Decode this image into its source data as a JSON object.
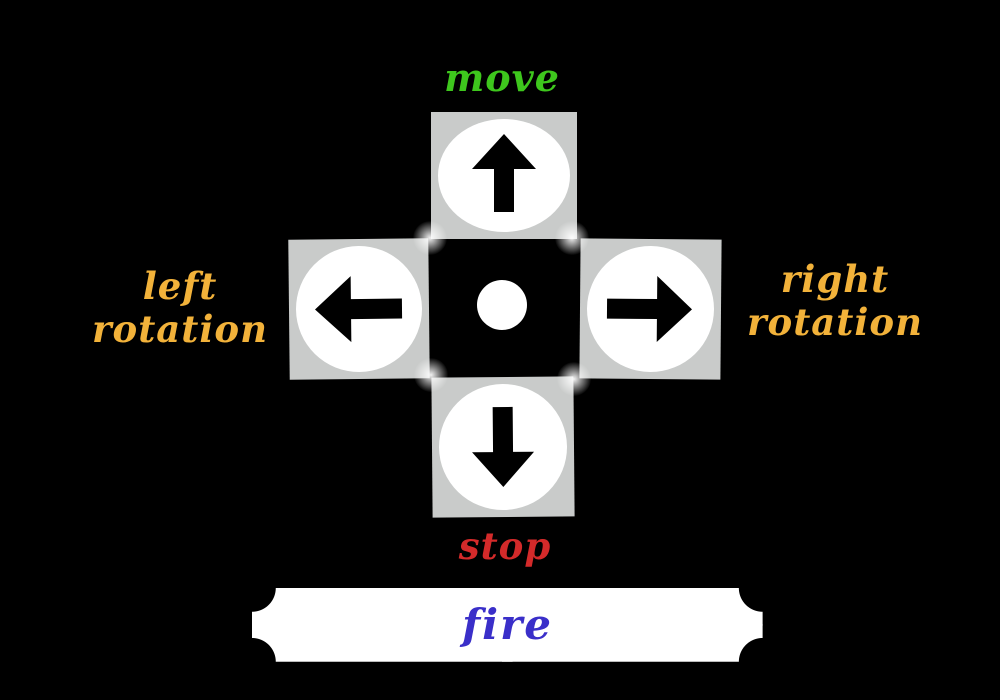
{
  "controls": {
    "move_label": "move",
    "stop_label": "stop",
    "left_rotation_line1": "left",
    "left_rotation_line2": "rotation",
    "right_rotation_line1": "right",
    "right_rotation_line2": "rotation",
    "fire_label": "fire"
  },
  "icons": {
    "up": "arrow-up-icon",
    "down": "arrow-down-icon",
    "left": "arrow-left-icon",
    "right": "arrow-right-icon",
    "center": "center-dot"
  },
  "colors": {
    "background": "#000000",
    "move": "#3ec71d",
    "stop": "#d42a2a",
    "rotation": "#f2b23a",
    "fire": "#3a2fc9",
    "button_frame": "#c9cbca",
    "button_face": "#ffffff",
    "arrow": "#000000"
  }
}
